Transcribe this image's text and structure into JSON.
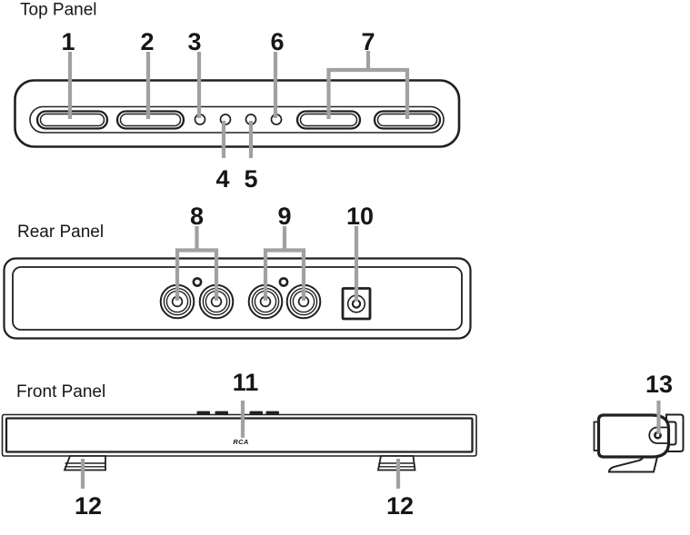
{
  "colors": {
    "line": "#231f20",
    "leader": "#a0a1a3",
    "text": "#161616"
  },
  "sections": {
    "top_panel": {
      "label": "Top Panel"
    },
    "rear_panel": {
      "label": "Rear Panel"
    },
    "front_panel": {
      "label": "Front Panel",
      "logo": "RCA"
    }
  },
  "callouts": {
    "n1": "1",
    "n2": "2",
    "n3": "3",
    "n4": "4",
    "n5": "5",
    "n6": "6",
    "n7": "7",
    "n8": "8",
    "n9": "9",
    "n10": "10",
    "n11": "11",
    "n12_left": "12",
    "n12_right": "12",
    "n13": "13"
  }
}
